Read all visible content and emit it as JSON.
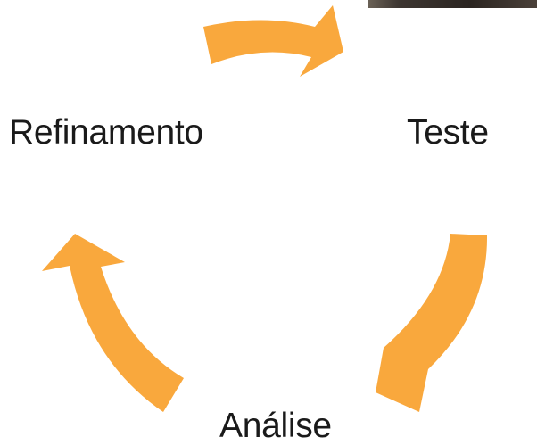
{
  "diagram": {
    "type": "cycle",
    "stages": [
      {
        "id": "refinamento",
        "label": "Refinamento"
      },
      {
        "id": "teste",
        "label": "Teste"
      },
      {
        "id": "analise",
        "label": "Análise"
      }
    ],
    "arrows": [
      {
        "from": "refinamento",
        "to": "teste"
      },
      {
        "from": "teste",
        "to": "analise"
      },
      {
        "from": "analise",
        "to": "refinamento"
      }
    ],
    "colors": {
      "arrow": "#f9a83d",
      "label_text": "#1a1a1a",
      "background": "#ffffff"
    }
  }
}
